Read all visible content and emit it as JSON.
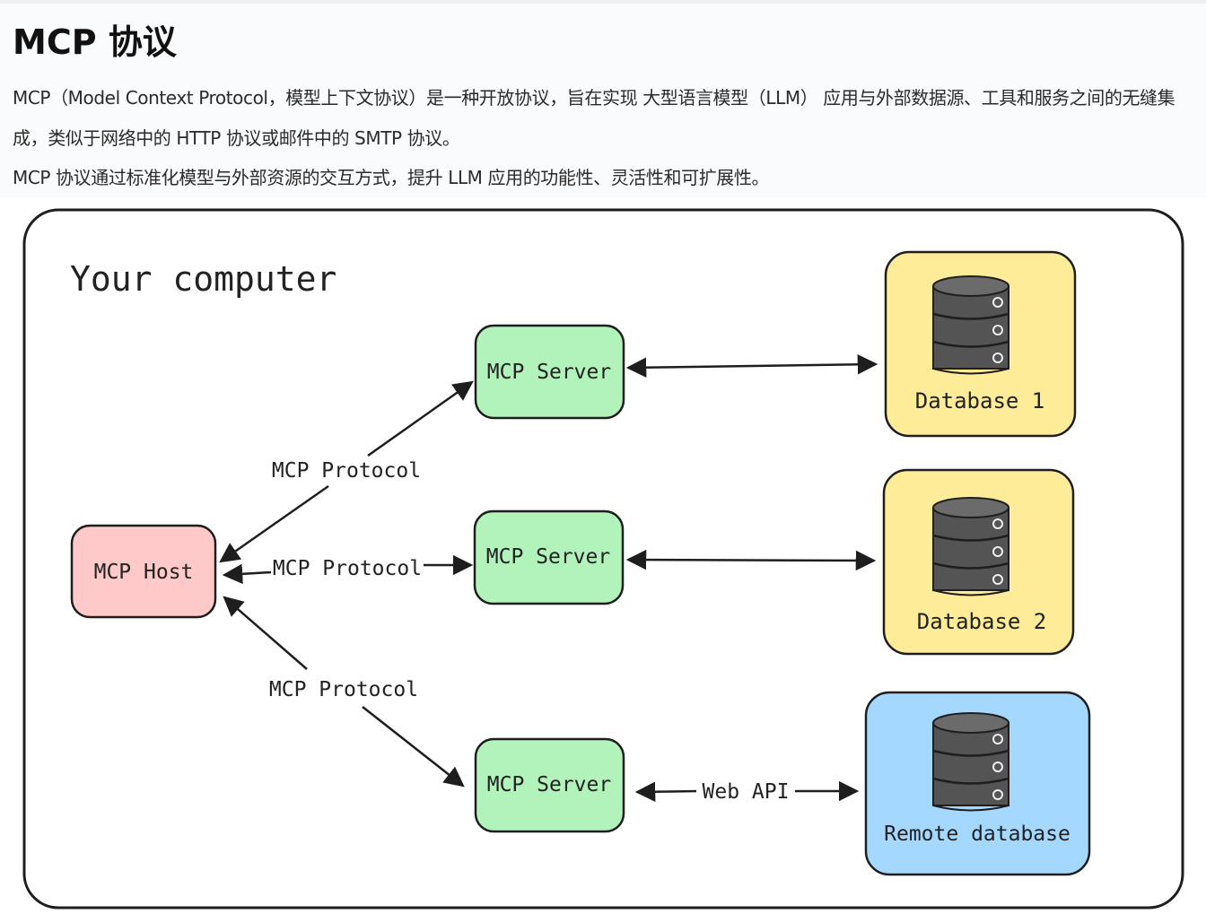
{
  "title": "MCP 协议",
  "paragraphs": [
    "MCP（Model Context Protocol，模型上下文协议）是一种开放协议，旨在实现 大型语言模型（LLM） 应用与外部数据源、工具和服务之间的无缝集成，类似于网络中的 HTTP 协议或邮件中的 SMTP 协议。",
    "MCP 协议通过标准化模型与外部资源的交互方式，提升 LLM 应用的功能性、灵活性和可扩展性。"
  ],
  "diagram": {
    "container_label": "Your computer",
    "host": "MCP Host",
    "servers": [
      "MCP Server",
      "MCP Server",
      "MCP Server"
    ],
    "protocol_labels": [
      "MCP Protocol",
      "MCP Protocol",
      "MCP Protocol"
    ],
    "databases": [
      "Database 1",
      "Database 2",
      "Remote database"
    ],
    "web_api": "Web API",
    "colors": {
      "host": "#ffc9c9",
      "server": "#b2f2bb",
      "database_local": "#ffec99",
      "database_remote": "#a5d8ff",
      "cylinder": "#545454"
    }
  }
}
